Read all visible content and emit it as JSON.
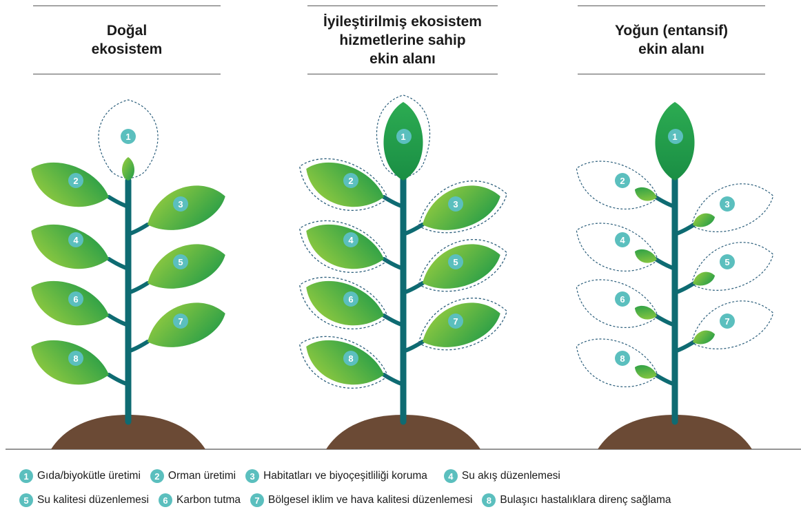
{
  "panels": [
    {
      "title": "Doğal\nekosistem",
      "state": "natural"
    },
    {
      "title": "İyileştirilmiş ekosistem\nhizmetlerine sahip\nekin alanı",
      "state": "improved"
    },
    {
      "title": "Yoğun (entansif)\nekin alanı",
      "state": "intensive"
    }
  ],
  "services": [
    {
      "num": "1",
      "label": "Gıda/biyokütle üretimi"
    },
    {
      "num": "2",
      "label": "Orman üretimi"
    },
    {
      "num": "3",
      "label": "Habitatları ve biyoçeşitliliği koruma"
    },
    {
      "num": "4",
      "label": "Su akış düzenlemesi"
    },
    {
      "num": "5",
      "label": "Su kalitesi düzenlemesi"
    },
    {
      "num": "6",
      "label": "Karbon tutma"
    },
    {
      "num": "7",
      "label": "Bölgesel iklim ve hava kalitesi düzenlemesi"
    },
    {
      "num": "8",
      "label": "Bulaşıcı hastalıklara direnç sağlama"
    }
  ],
  "colors": {
    "badge": "#5bbfbe",
    "stem": "#0e6b72",
    "leaf_light": "#8dc63f",
    "leaf_dark": "#1e9a46",
    "soil": "#6b4a35",
    "outline": "#2a5d7a"
  }
}
